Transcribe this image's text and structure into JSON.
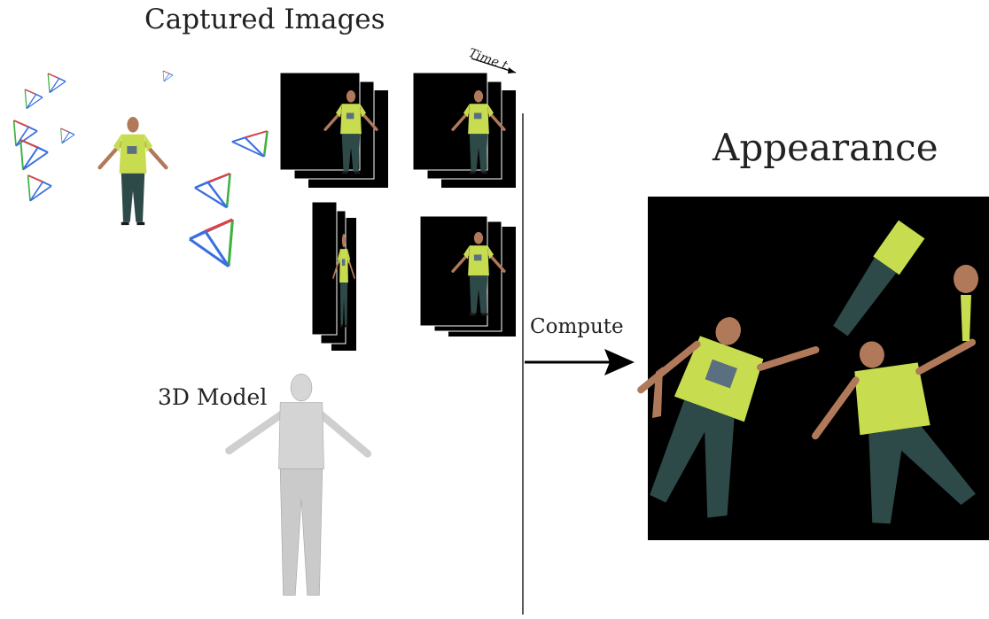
{
  "titles": {
    "captured_images": "Captured Images",
    "appearance": "Appearance",
    "model_3d": "3D Model",
    "compute": "Compute",
    "time_axis": "Time t"
  },
  "colors": {
    "camera_blue": "#3a6fe0",
    "camera_red": "#e04040",
    "camera_green": "#40b040",
    "shirt": "#c8dc50",
    "jeans": "#2e4a48",
    "skin": "#b07a5a",
    "mesh": "#cfcfcf",
    "background_dark": "#000000"
  }
}
